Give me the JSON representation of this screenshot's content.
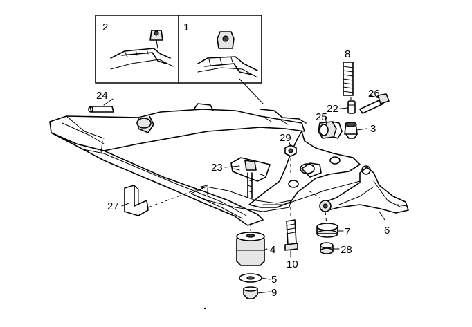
{
  "inset_labels": {
    "left": "2",
    "right": "1"
  },
  "callouts": {
    "c1": "1",
    "c2": "2",
    "c3": "3",
    "c4": "4",
    "c5": "5",
    "c6": "6",
    "c7": "7",
    "c8": "8",
    "c9": "9",
    "c10": "10",
    "c22": "22",
    "c23": "23",
    "c24": "24",
    "c25": "25",
    "c26": "26",
    "c27": "27",
    "c28": "28",
    "c29": "29"
  }
}
